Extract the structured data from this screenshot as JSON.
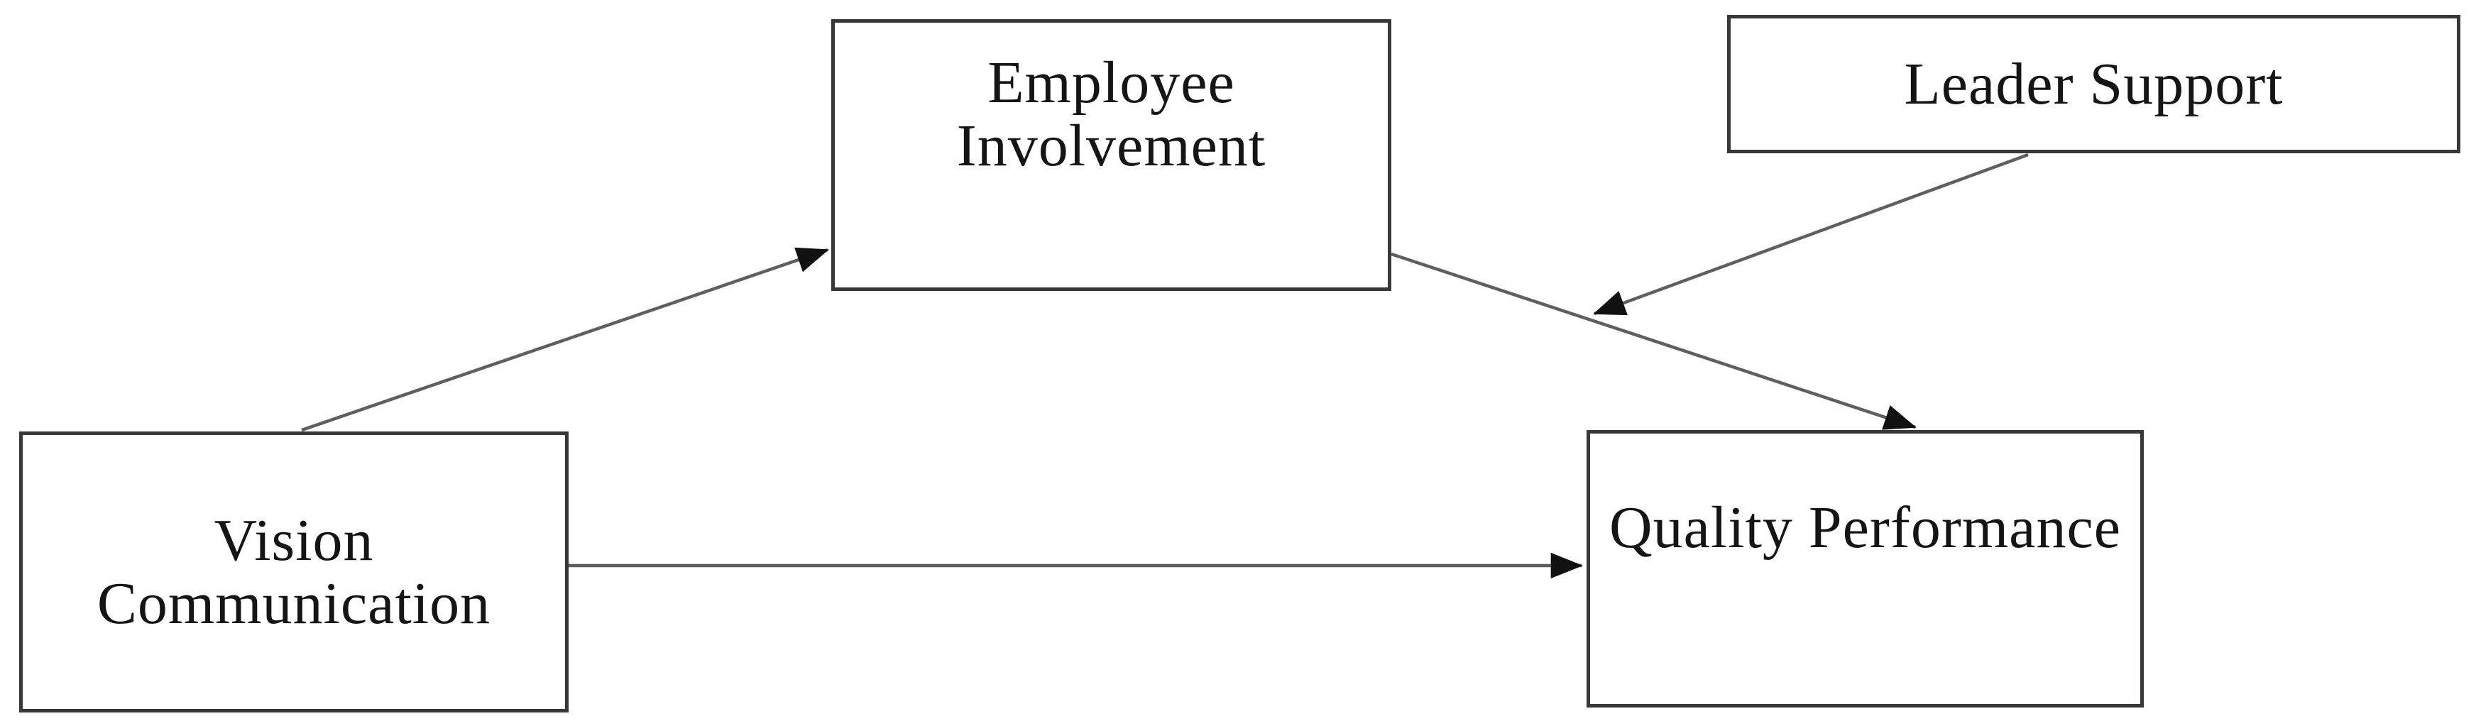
{
  "diagram": {
    "kind": "conceptual-model",
    "background_color": "#ffffff",
    "box_fill": "#ffffff",
    "box_border_color": "#383838",
    "line_color": "#5f5f5f",
    "arrowhead_color": "#111111",
    "text_color": "#151515",
    "nodes": [
      {
        "id": "employee-involvement",
        "label": "Employee\nInvolvement"
      },
      {
        "id": "leader-support",
        "label": "Leader Support"
      },
      {
        "id": "vision-communication",
        "label": "Vision\nCommunication"
      },
      {
        "id": "quality-performance",
        "label": "Quality Performance"
      }
    ],
    "edges": [
      {
        "from": "vision-communication",
        "to": "employee-involvement",
        "style": "arrow"
      },
      {
        "from": "vision-communication",
        "to": "quality-performance",
        "style": "arrow"
      },
      {
        "from": "employee-involvement",
        "to": "quality-performance",
        "style": "arrow"
      },
      {
        "from": "leader-support",
        "to": "arrow(employee-involvement->quality-performance)",
        "style": "arrow"
      }
    ]
  }
}
